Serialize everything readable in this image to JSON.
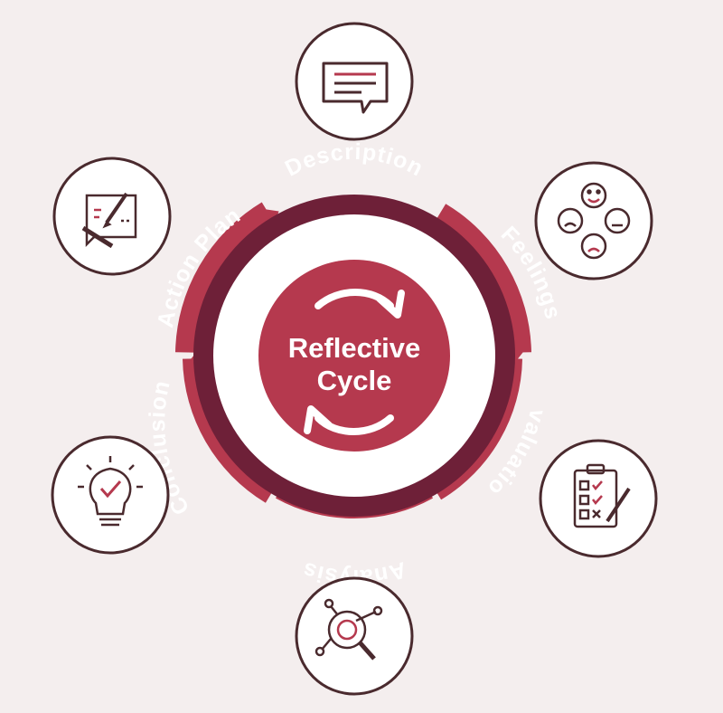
{
  "center": {
    "line1": "Reflective",
    "line2": "Cycle"
  },
  "stages": [
    {
      "label": "Description",
      "icon": "speech-bubble-icon"
    },
    {
      "label": "Feelings",
      "icon": "emotion-faces-icon"
    },
    {
      "label": "Evaluation",
      "icon": "checklist-clipboard-icon"
    },
    {
      "label": "Analysis",
      "icon": "magnifier-analysis-icon"
    },
    {
      "label": "Conclusion",
      "icon": "lightbulb-check-icon"
    },
    {
      "label": "Action Plan",
      "icon": "ruler-pencil-plan-icon"
    }
  ],
  "colors": {
    "segment": "#b5394e",
    "inner_ring": "#6e2038",
    "hub": "#b5394e",
    "text": "#ffffff",
    "background": "#f4eeee",
    "icon_stroke": "#4a2a2e",
    "icon_accent": "#b5394e"
  }
}
